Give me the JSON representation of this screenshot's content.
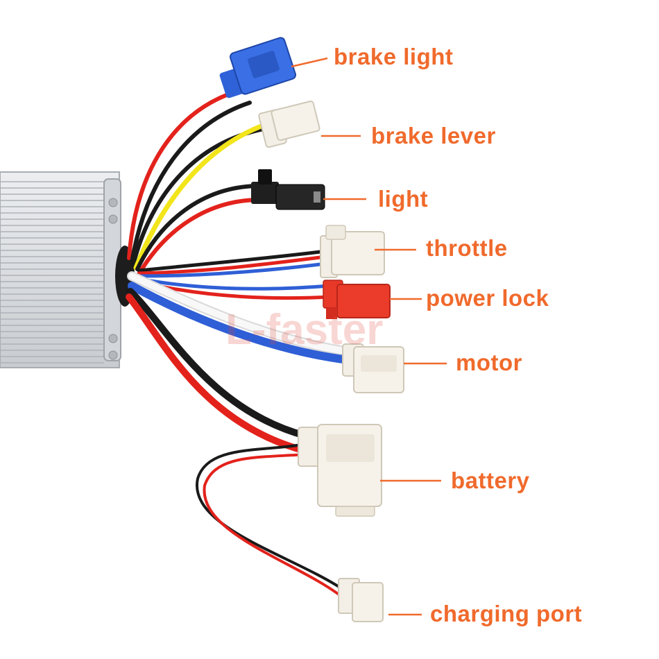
{
  "colors": {
    "label": "#f06a2c",
    "wire_red": "#e3221c",
    "wire_black": "#1a1a1a",
    "wire_yellow": "#f2e51b",
    "wire_blue": "#2f5fd6",
    "wire_white": "#f4f4f4",
    "connector_white": "#f3efe6",
    "connector_blue": "#2f62d8",
    "connector_red": "#e83828",
    "connector_black": "#222222",
    "housing": "#d9dbde",
    "watermark": "#e04a3c"
  },
  "watermark": "L-faster",
  "labels": {
    "brake_light": "brake light",
    "brake_lever": "brake lever",
    "light": "light",
    "throttle": "throttle",
    "power_lock": "power lock",
    "motor": "motor",
    "battery": "battery",
    "charging_port": "charging port"
  }
}
